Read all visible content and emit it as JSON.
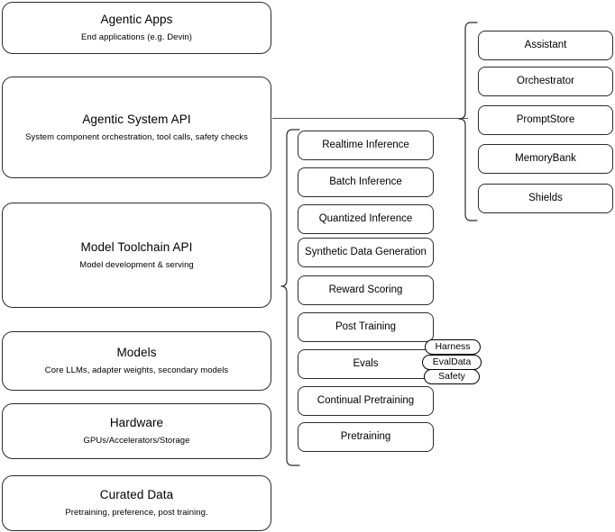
{
  "diagram": {
    "title": "LLM Stack Architecture Diagram",
    "stroke_color": "#2b2b2b",
    "connector_color": "#555555",
    "background": "#ffffff"
  },
  "layers": [
    {
      "id": "agentic-apps",
      "title": "Agentic Apps",
      "subtitle": "End applications (e.g. Devin)"
    },
    {
      "id": "agentic-system-api",
      "title": "Agentic System API",
      "subtitle": "System component orchestration, tool calls, safety checks"
    },
    {
      "id": "model-toolchain-api",
      "title": "Model Toolchain API",
      "subtitle": "Model development & serving"
    },
    {
      "id": "models",
      "title": "Models",
      "subtitle": "Core LLMs, adapter weights, secondary models"
    },
    {
      "id": "hardware",
      "title": "Hardware",
      "subtitle": "GPUs/Accelerators/Storage"
    },
    {
      "id": "curated-data",
      "title": "Curated Data",
      "subtitle": "Pretraining, preference, post training."
    }
  ],
  "toolchain_items": [
    {
      "id": "realtime-inference",
      "label": "Realtime Inference"
    },
    {
      "id": "batch-inference",
      "label": "Batch Inference"
    },
    {
      "id": "quantized-inference",
      "label": "Quantized Inference"
    },
    {
      "id": "synthetic-data-generation",
      "label": "Synthetic Data Generation"
    },
    {
      "id": "reward-scoring",
      "label": "Reward Scoring"
    },
    {
      "id": "post-training",
      "label": "Post Training"
    },
    {
      "id": "evals",
      "label": "Evals"
    },
    {
      "id": "continual-pretraining",
      "label": "Continual Pretraining"
    },
    {
      "id": "pretraining",
      "label": "Pretraining"
    }
  ],
  "eval_pills": [
    {
      "id": "harness",
      "label": "Harness"
    },
    {
      "id": "evaldata",
      "label": "EvalData"
    },
    {
      "id": "safety",
      "label": "Safety"
    }
  ],
  "system_components": [
    {
      "id": "assistant",
      "label": "Assistant"
    },
    {
      "id": "orchestrator",
      "label": "Orchestrator"
    },
    {
      "id": "promptstore",
      "label": "PromptStore"
    },
    {
      "id": "memorybank",
      "label": "MemoryBank"
    },
    {
      "id": "shields",
      "label": "Shields"
    }
  ]
}
